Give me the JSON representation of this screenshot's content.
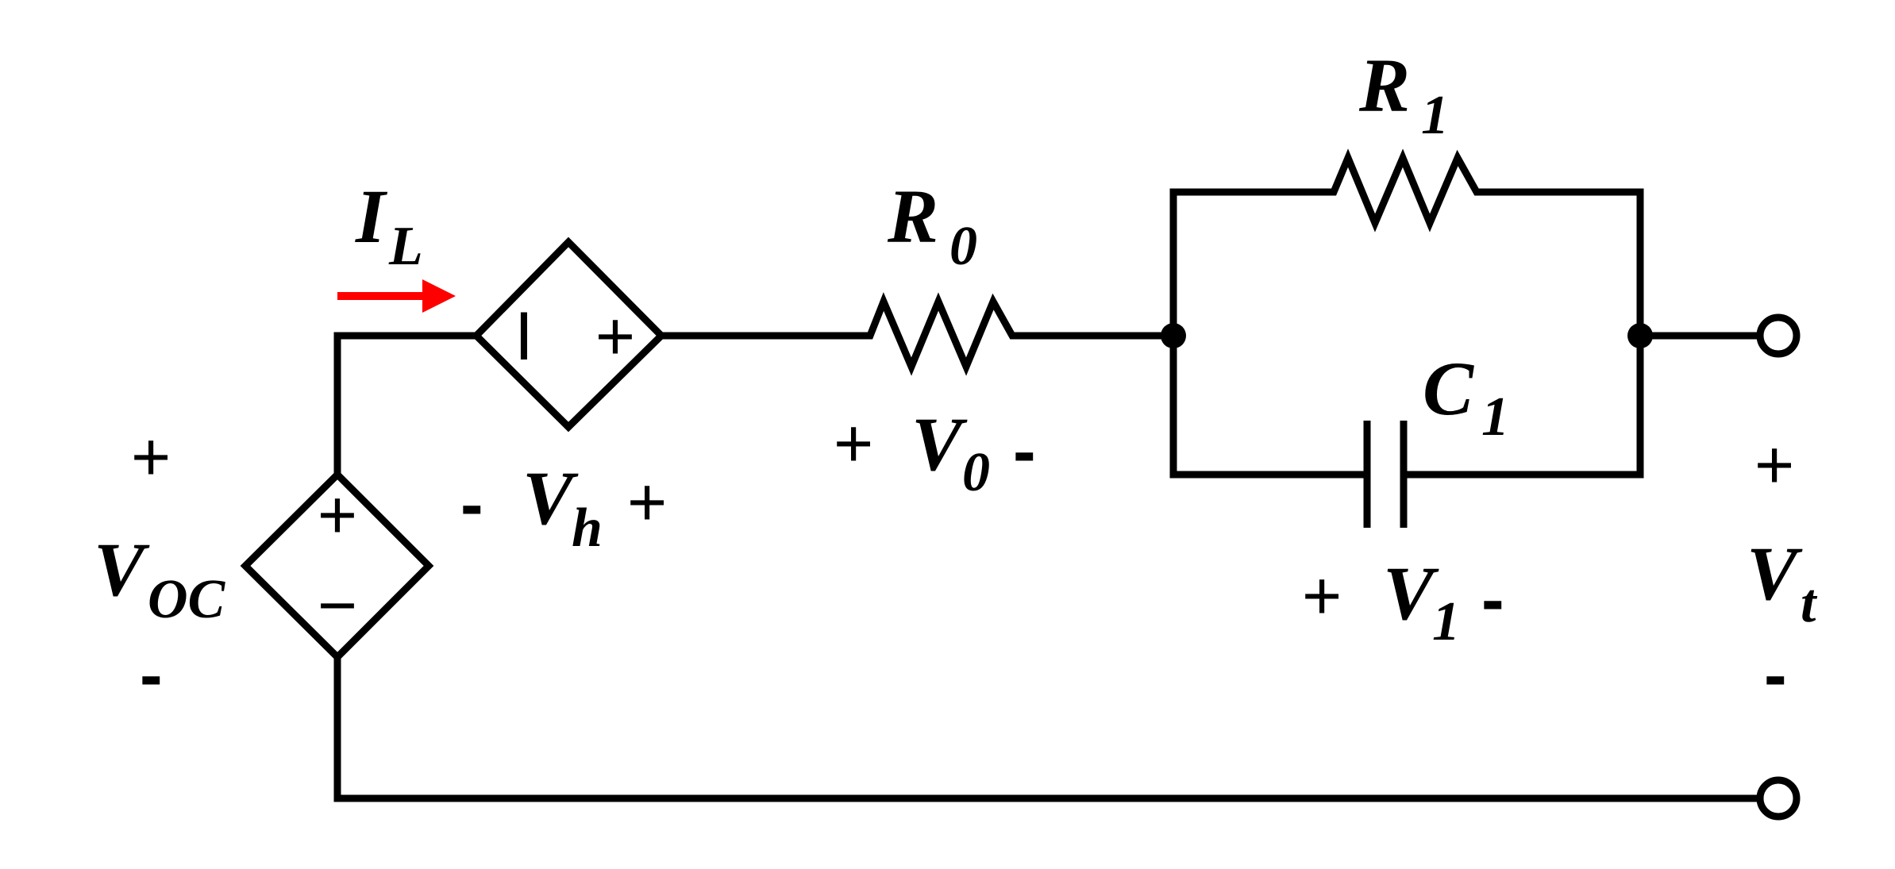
{
  "labels": {
    "current": {
      "main": "I",
      "sub": "L"
    },
    "hysteresis": {
      "minus": "-",
      "main": "V",
      "sub": "h",
      "plus": "+"
    },
    "r0": {
      "main": "R",
      "sub": "0"
    },
    "v0": {
      "plus": "+",
      "main": "V",
      "sub": "0",
      "minus": "-"
    },
    "r1": {
      "main": "R",
      "sub": "1"
    },
    "c1": {
      "main": "C",
      "sub": "1"
    },
    "v1": {
      "plus": "+",
      "main": "V",
      "sub": "1",
      "minus": "-"
    },
    "voc": {
      "plus": "+",
      "main": "V",
      "sub": "OC",
      "minus": "-"
    },
    "vt": {
      "plus": "+",
      "main": "V",
      "sub": "t",
      "minus": "-"
    }
  },
  "source_signs": {
    "voc_plus": "+",
    "voc_minus": "−",
    "vh_left": "I",
    "vh_right": "+"
  },
  "colors": {
    "wire": "#000000",
    "current_arrow": "#ff0000"
  }
}
